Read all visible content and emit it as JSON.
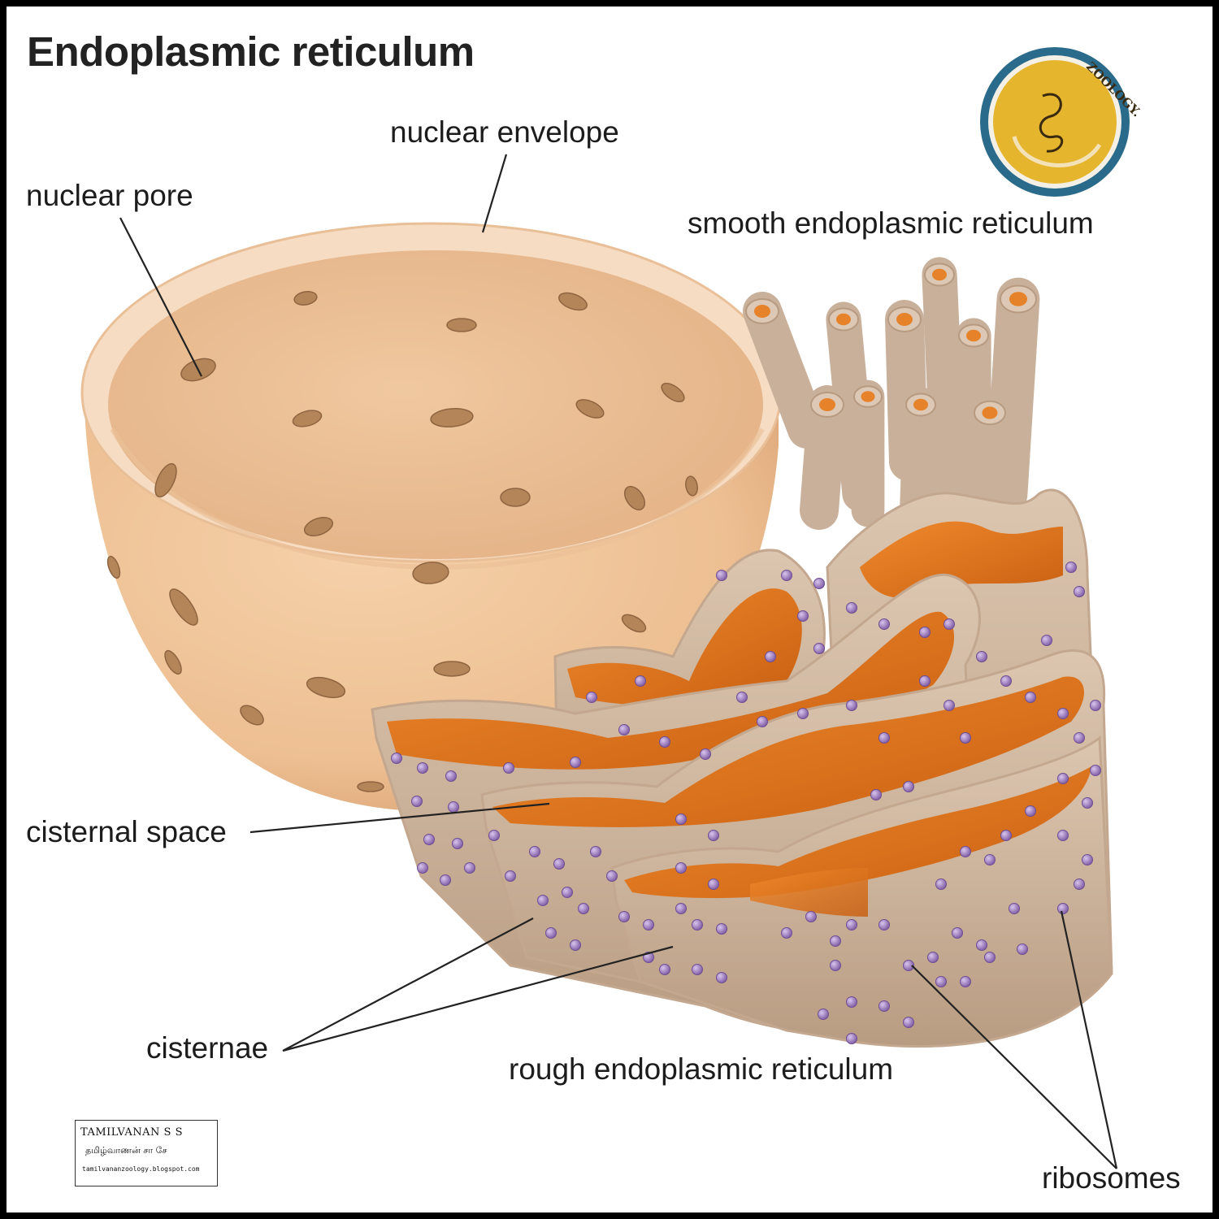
{
  "title": "Endoplasmic reticulum",
  "labels": {
    "nuclear_envelope": "nuclear envelope",
    "nuclear_pore": "nuclear pore",
    "smooth_er": "smooth endoplasmic reticulum",
    "cisternal_space": "cisternal space",
    "cisternae": "cisternae",
    "rough_er": "rough endoplasmic reticulum",
    "ribosomes": "ribosomes"
  },
  "badge": {
    "text": "ZOOLOGY."
  },
  "credit": {
    "name": "TAMILVANAN S S",
    "name_tamil": "தமிழ்வாணன் சா சே",
    "url": "tamilvananzoology.blogspot.com"
  },
  "colors": {
    "nucleus": "#f0c49a",
    "nucleus_rim": "#f7dcc0",
    "pore": "#b88a5f",
    "er_membrane": "#cdb39b",
    "er_lumen": "#e07a22",
    "ribosome": "#9a77b8",
    "badge_ring": "#2a6a8a",
    "badge_fill": "#e6b52e"
  }
}
